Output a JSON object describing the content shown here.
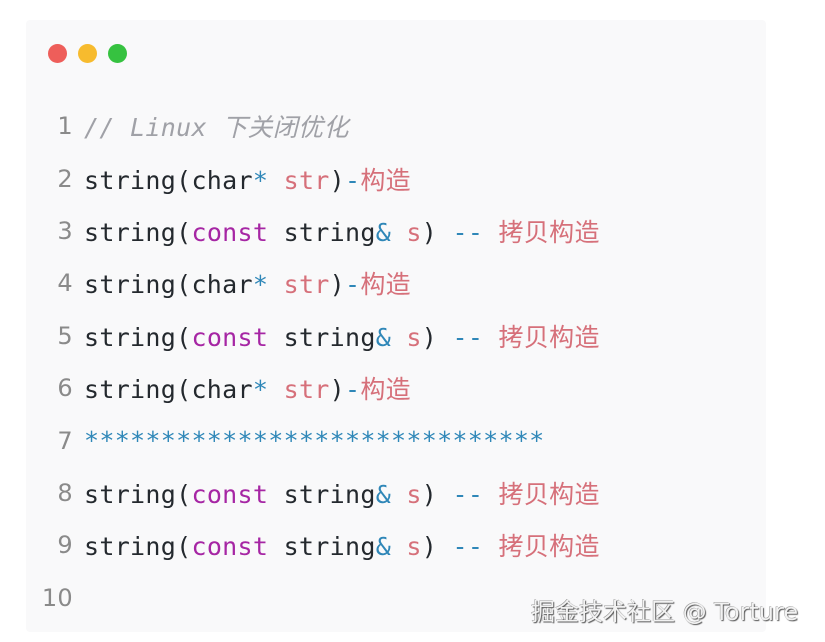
{
  "window": {
    "traffic_lights": [
      {
        "name": "close",
        "color": "#ee5e5a"
      },
      {
        "name": "minimize",
        "color": "#f7bb2e"
      },
      {
        "name": "maximize",
        "color": "#36c240"
      }
    ]
  },
  "code": {
    "lines": [
      {
        "number": "1",
        "tokens": [
          {
            "type": "comment",
            "text": "// Linux 下关闭优化"
          }
        ]
      },
      {
        "number": "2",
        "tokens": [
          {
            "type": "default",
            "text": "string(char"
          },
          {
            "type": "op",
            "text": "*"
          },
          {
            "type": "default",
            "text": " "
          },
          {
            "type": "var",
            "text": "str"
          },
          {
            "type": "default",
            "text": ")"
          },
          {
            "type": "op",
            "text": "-"
          },
          {
            "type": "cn",
            "text": "构造"
          }
        ]
      },
      {
        "number": "3",
        "tokens": [
          {
            "type": "default",
            "text": "string("
          },
          {
            "type": "keyword",
            "text": "const"
          },
          {
            "type": "default",
            "text": " string"
          },
          {
            "type": "op",
            "text": "&"
          },
          {
            "type": "default",
            "text": " "
          },
          {
            "type": "var",
            "text": "s"
          },
          {
            "type": "default",
            "text": ") "
          },
          {
            "type": "op",
            "text": "--"
          },
          {
            "type": "default",
            "text": " "
          },
          {
            "type": "cn",
            "text": "拷贝构造"
          }
        ]
      },
      {
        "number": "4",
        "tokens": [
          {
            "type": "default",
            "text": "string(char"
          },
          {
            "type": "op",
            "text": "*"
          },
          {
            "type": "default",
            "text": " "
          },
          {
            "type": "var",
            "text": "str"
          },
          {
            "type": "default",
            "text": ")"
          },
          {
            "type": "op",
            "text": "-"
          },
          {
            "type": "cn",
            "text": "构造"
          }
        ]
      },
      {
        "number": "5",
        "tokens": [
          {
            "type": "default",
            "text": "string("
          },
          {
            "type": "keyword",
            "text": "const"
          },
          {
            "type": "default",
            "text": " string"
          },
          {
            "type": "op",
            "text": "&"
          },
          {
            "type": "default",
            "text": " "
          },
          {
            "type": "var",
            "text": "s"
          },
          {
            "type": "default",
            "text": ") "
          },
          {
            "type": "op",
            "text": "--"
          },
          {
            "type": "default",
            "text": " "
          },
          {
            "type": "cn",
            "text": "拷贝构造"
          }
        ]
      },
      {
        "number": "6",
        "tokens": [
          {
            "type": "default",
            "text": "string(char"
          },
          {
            "type": "op",
            "text": "*"
          },
          {
            "type": "default",
            "text": " "
          },
          {
            "type": "var",
            "text": "str"
          },
          {
            "type": "default",
            "text": ")"
          },
          {
            "type": "op",
            "text": "-"
          },
          {
            "type": "cn",
            "text": "构造"
          }
        ]
      },
      {
        "number": "7",
        "tokens": [
          {
            "type": "op",
            "text": "******************************"
          }
        ]
      },
      {
        "number": "8",
        "tokens": [
          {
            "type": "default",
            "text": "string("
          },
          {
            "type": "keyword",
            "text": "const"
          },
          {
            "type": "default",
            "text": " string"
          },
          {
            "type": "op",
            "text": "&"
          },
          {
            "type": "default",
            "text": " "
          },
          {
            "type": "var",
            "text": "s"
          },
          {
            "type": "default",
            "text": ") "
          },
          {
            "type": "op",
            "text": "--"
          },
          {
            "type": "default",
            "text": " "
          },
          {
            "type": "cn",
            "text": "拷贝构造"
          }
        ]
      },
      {
        "number": "9",
        "tokens": [
          {
            "type": "default",
            "text": "string("
          },
          {
            "type": "keyword",
            "text": "const"
          },
          {
            "type": "default",
            "text": " string"
          },
          {
            "type": "op",
            "text": "&"
          },
          {
            "type": "default",
            "text": " "
          },
          {
            "type": "var",
            "text": "s"
          },
          {
            "type": "default",
            "text": ") "
          },
          {
            "type": "op",
            "text": "--"
          },
          {
            "type": "default",
            "text": " "
          },
          {
            "type": "cn",
            "text": "拷贝构造"
          }
        ]
      },
      {
        "number": "10",
        "tokens": []
      }
    ]
  },
  "watermark": {
    "text": "掘金技术社区 @ Torture"
  }
}
